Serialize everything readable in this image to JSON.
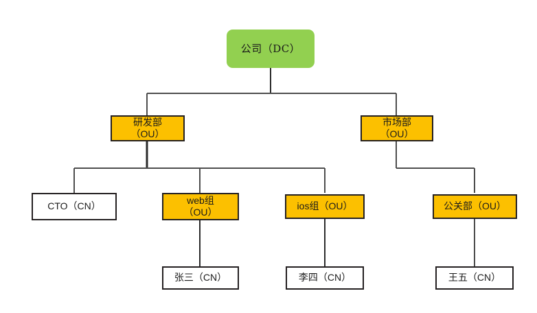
{
  "diagram": {
    "type": "org-chart",
    "title": "",
    "background_color": "#ffffff",
    "colors": {
      "root_fill": "#92d050",
      "ou_fill": "#fcc000",
      "cn_fill": "#ffffff",
      "border": "#231f20",
      "connector": "#4d4d4d",
      "text": "#1a1a1a"
    },
    "nodes": [
      {
        "id": "company",
        "label": "公司（DC）",
        "kind": "root",
        "level": 0
      },
      {
        "id": "rd",
        "label": "研发部\n（OU）",
        "kind": "ou",
        "level": 1
      },
      {
        "id": "market",
        "label": "市场部\n（OU）",
        "kind": "ou",
        "level": 1
      },
      {
        "id": "cto",
        "label": "CTO（CN）",
        "kind": "cn",
        "level": 2
      },
      {
        "id": "webteam",
        "label": "web组\n（OU）",
        "kind": "ou",
        "level": 2
      },
      {
        "id": "iosteam",
        "label": "ios组（OU）",
        "kind": "ou",
        "level": 2
      },
      {
        "id": "pr",
        "label": "公关部（OU）",
        "kind": "ou",
        "level": 2
      },
      {
        "id": "zhangsan",
        "label": "张三（CN）",
        "kind": "cn",
        "level": 3
      },
      {
        "id": "lisi",
        "label": "李四（CN）",
        "kind": "cn",
        "level": 3
      },
      {
        "id": "wangwu",
        "label": "王五（CN）",
        "kind": "cn",
        "level": 3
      }
    ],
    "edges": [
      {
        "from": "company",
        "to": "rd"
      },
      {
        "from": "company",
        "to": "market"
      },
      {
        "from": "rd",
        "to": "cto"
      },
      {
        "from": "rd",
        "to": "webteam"
      },
      {
        "from": "rd",
        "to": "iosteam"
      },
      {
        "from": "market",
        "to": "pr"
      },
      {
        "from": "webteam",
        "to": "zhangsan"
      },
      {
        "from": "iosteam",
        "to": "lisi"
      },
      {
        "from": "pr",
        "to": "wangwu"
      }
    ]
  }
}
